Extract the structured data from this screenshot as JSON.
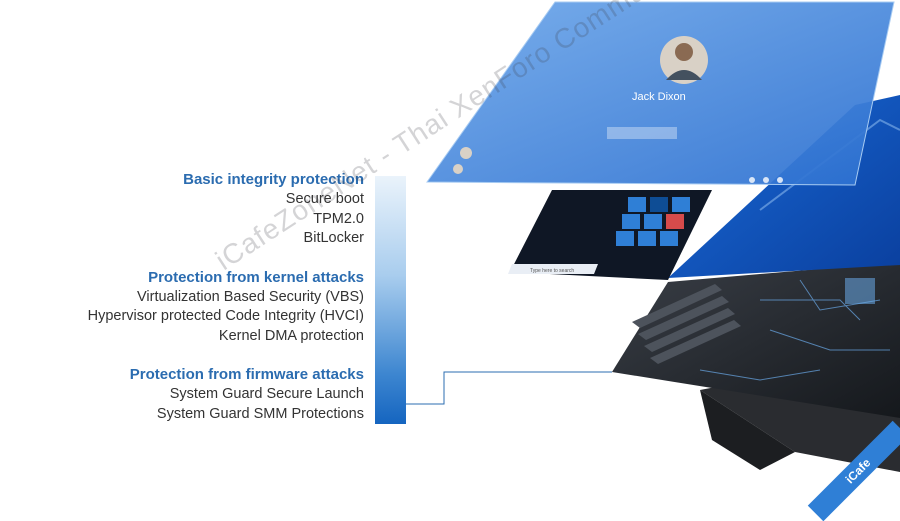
{
  "groups": [
    {
      "title": "Basic integrity protection",
      "items": [
        "Secure boot",
        "TPM2.0",
        "BitLocker"
      ]
    },
    {
      "title": "Protection from kernel attacks",
      "items": [
        "Virtualization Based Security (VBS)",
        "Hypervisor protected Code Integrity (HVCI)",
        "Kernel DMA protection"
      ]
    },
    {
      "title": "Protection from firmware attacks",
      "items": [
        "System Guard Secure Launch",
        "System Guard SMM Protections"
      ]
    }
  ],
  "lock_screen": {
    "user_name": "Jack Dixon"
  },
  "start_menu": {
    "search_placeholder": "Type here to search"
  },
  "watermark": "iCafeZoneNet - Thai XenForo Community",
  "badge": "iCafe",
  "colors": {
    "heading": "#2b6cb0",
    "accent": "#1565c0",
    "screen": "#1f6ed4"
  }
}
